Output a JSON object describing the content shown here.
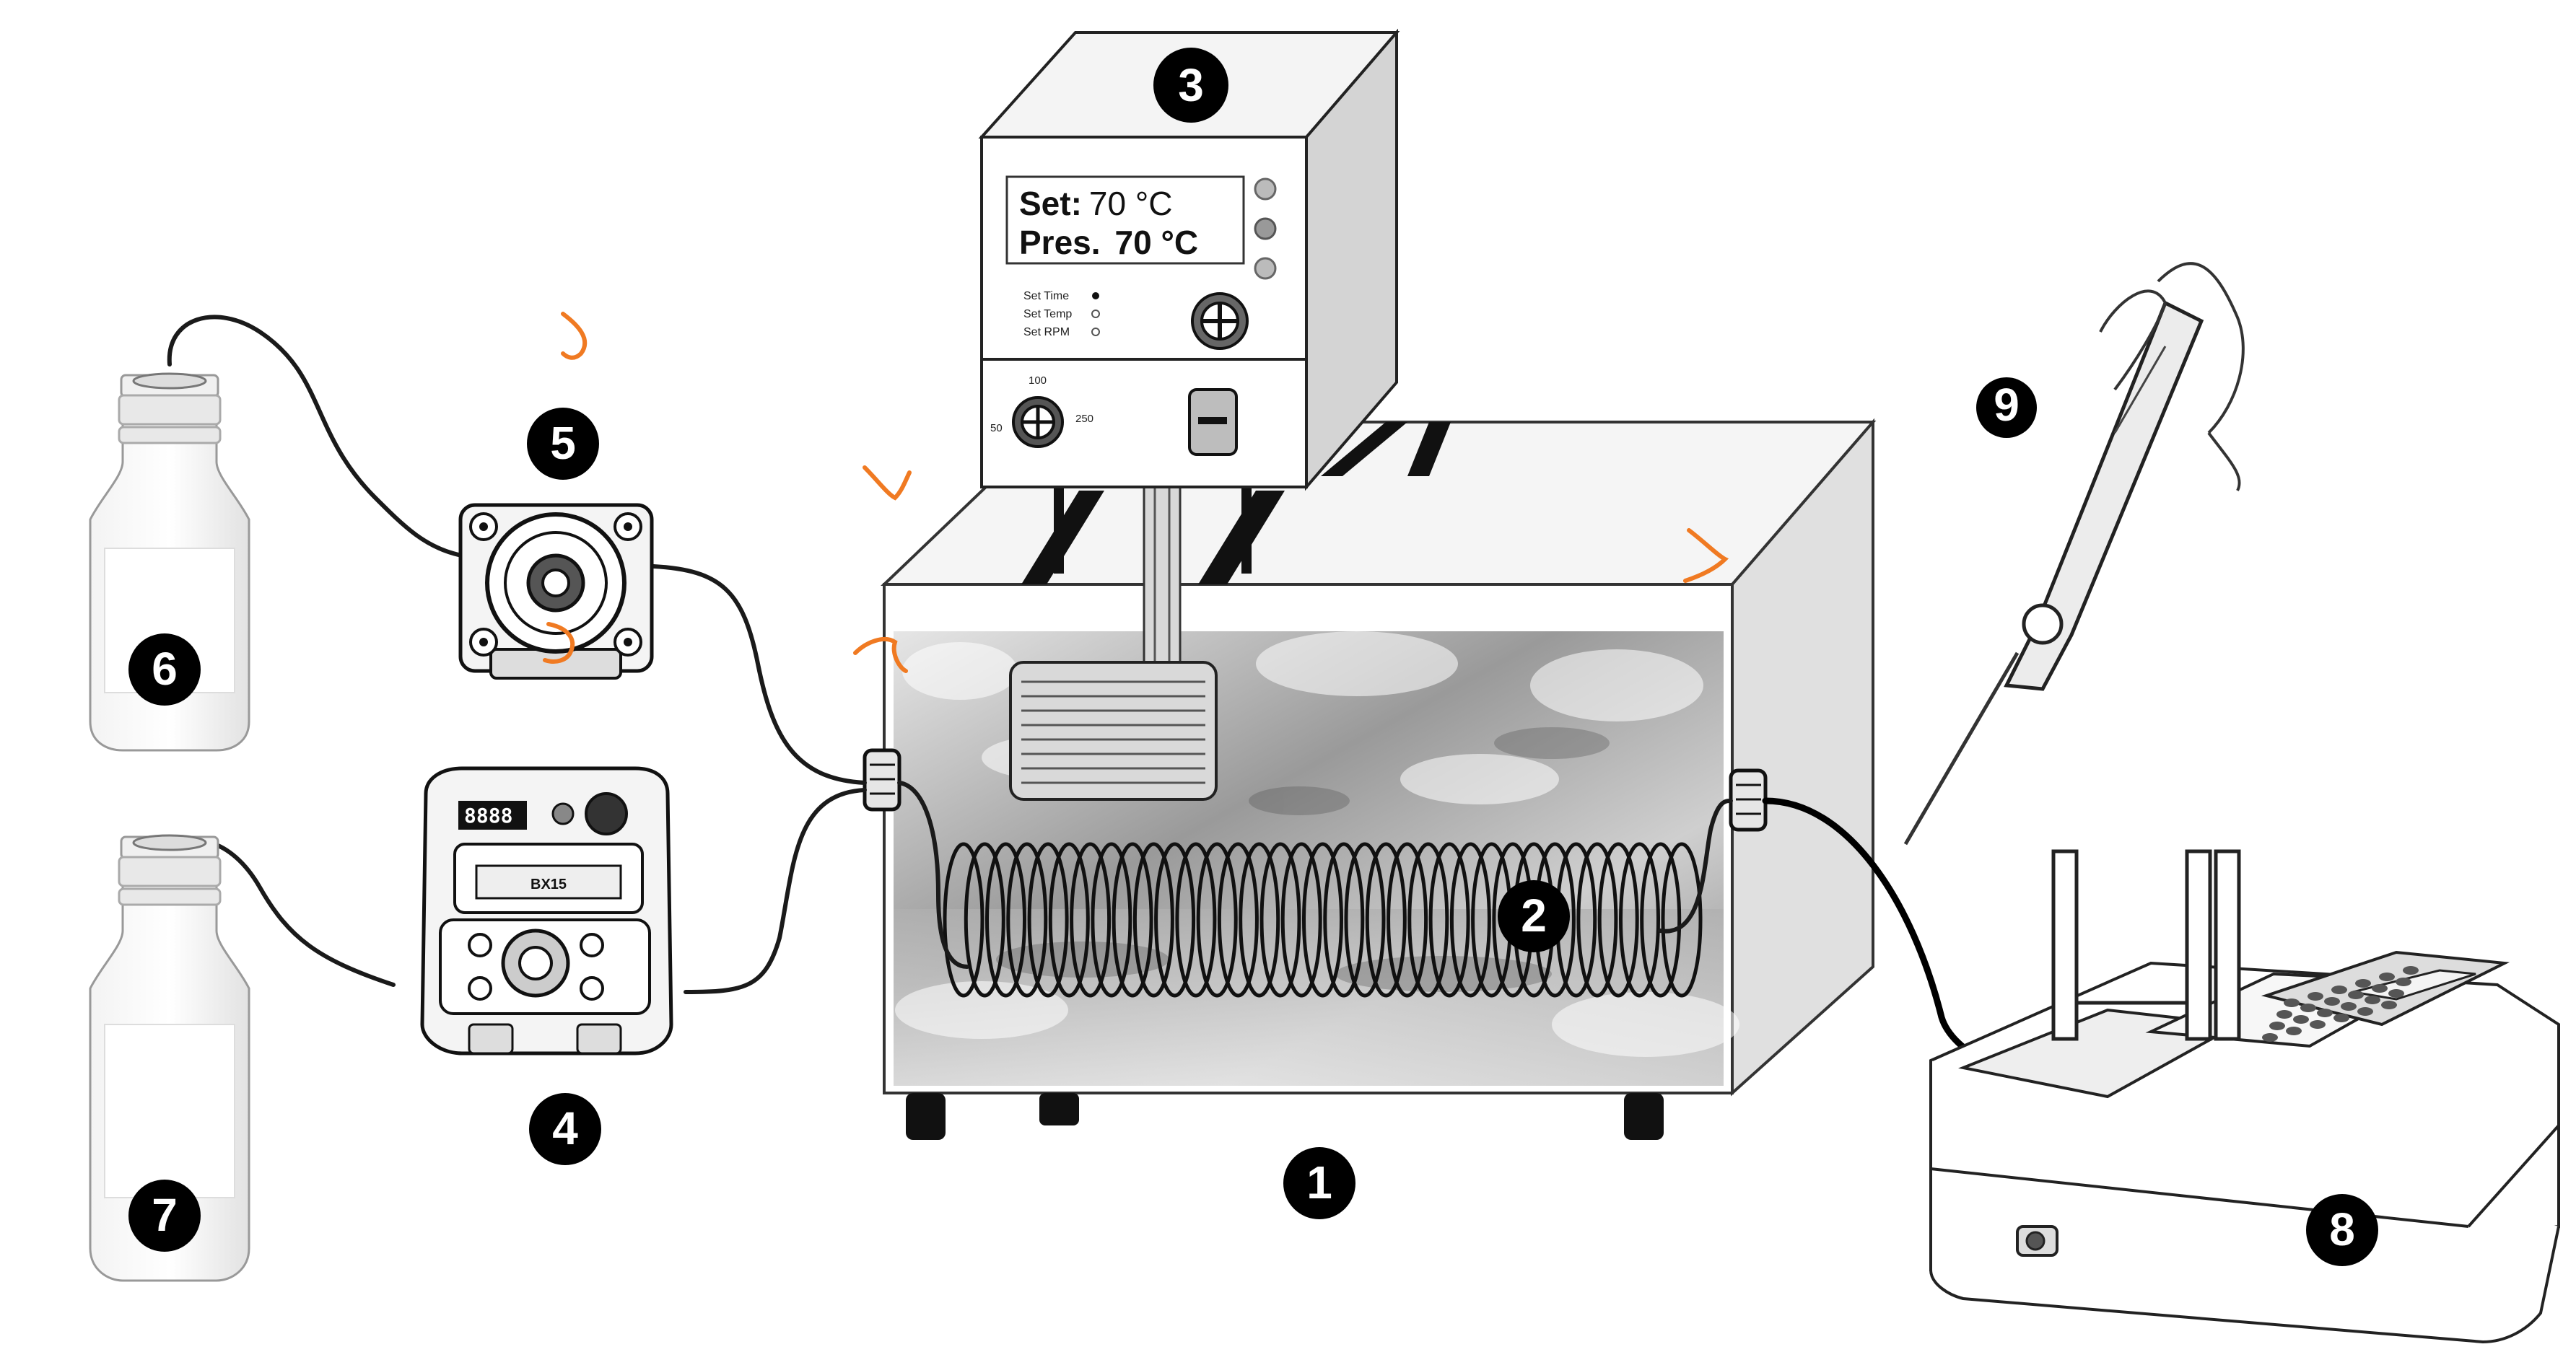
{
  "controller": {
    "lcd_line1_key": "Set:",
    "lcd_line1_val": "70 °C",
    "lcd_line2_key": "Pres.",
    "lcd_line2_val": "70 °C",
    "menu_items": [
      "Set Time",
      "Set Temp",
      "Set RPM"
    ],
    "dial_labels": [
      "100",
      "50",
      "250"
    ]
  },
  "pump_display": "8888",
  "pump_model": "BX15",
  "callouts": [
    "1",
    "2",
    "3",
    "4",
    "5",
    "6",
    "7",
    "8",
    "9"
  ],
  "colors": {
    "callout_fill": "#000000",
    "callout_text": "#ffffff",
    "tubing": "#1a1a1a",
    "annotation_marks": "#f07a22"
  }
}
